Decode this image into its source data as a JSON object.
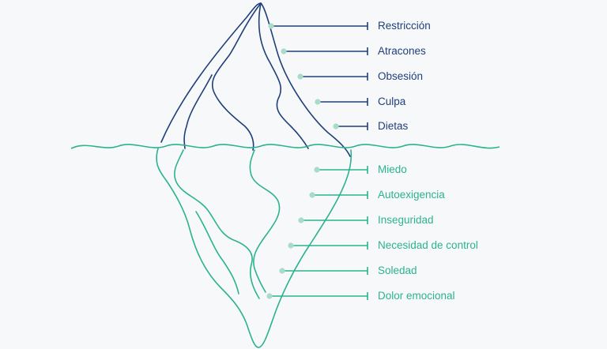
{
  "colors": {
    "top": "#1f3f7a",
    "bottom": "#2bb38e",
    "dot_top": "#a8dcc8",
    "dot_bottom": "#a8dcc8",
    "background": "#f7f8f9"
  },
  "above_water": [
    {
      "label": "Restricción"
    },
    {
      "label": "Atracones"
    },
    {
      "label": "Obsesión"
    },
    {
      "label": "Culpa"
    },
    {
      "label": "Dietas"
    }
  ],
  "below_water": [
    {
      "label": "Miedo"
    },
    {
      "label": "Autoexigencia"
    },
    {
      "label": "Inseguridad"
    },
    {
      "label": "Necesidad de control"
    },
    {
      "label": "Soledad"
    },
    {
      "label": "Dolor emocional"
    }
  ]
}
